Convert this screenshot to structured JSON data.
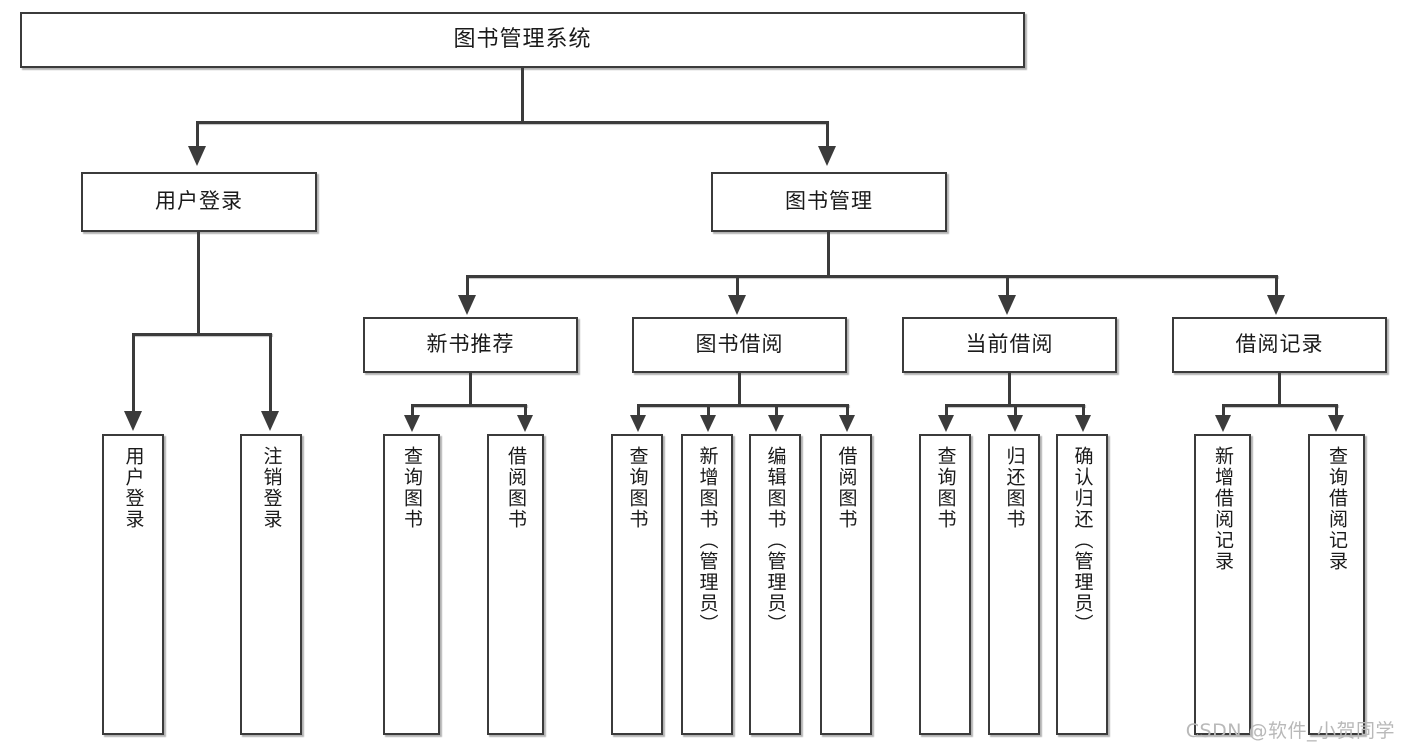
{
  "diagram": {
    "title_node": {
      "label": "图书管理系统"
    },
    "level1": [
      {
        "id": "user-login",
        "label": "用户登录"
      },
      {
        "id": "book-management",
        "label": "图书管理"
      }
    ],
    "level2": [
      {
        "id": "new-book-recommend",
        "label": "新书推荐"
      },
      {
        "id": "book-borrow",
        "label": "图书借阅"
      },
      {
        "id": "current-borrow",
        "label": "当前借阅"
      },
      {
        "id": "borrow-record",
        "label": "借阅记录"
      }
    ],
    "leaves": {
      "user_login": [
        {
          "id": "leaf-user-login",
          "label": "用户登录"
        },
        {
          "id": "leaf-logout-login",
          "label": "注销登录"
        }
      ],
      "new_book_recommend": [
        {
          "id": "leaf-query-book-1",
          "label": "查询图书"
        },
        {
          "id": "leaf-borrow-book-1",
          "label": "借阅图书"
        }
      ],
      "book_borrow": [
        {
          "id": "leaf-query-book-2",
          "label": "查询图书"
        },
        {
          "id": "leaf-add-book-admin",
          "label": "新增图书（管理员）"
        },
        {
          "id": "leaf-edit-book-admin",
          "label": "编辑图书（管理员）"
        },
        {
          "id": "leaf-borrow-book-2",
          "label": "借阅图书"
        }
      ],
      "current_borrow": [
        {
          "id": "leaf-query-book-3",
          "label": "查询图书"
        },
        {
          "id": "leaf-return-book",
          "label": "归还图书"
        },
        {
          "id": "leaf-confirm-return-admin",
          "label": "确认归还（管理员）"
        }
      ],
      "borrow_record": [
        {
          "id": "leaf-add-borrow-record",
          "label": "新增借阅记录"
        },
        {
          "id": "leaf-query-borrow-record",
          "label": "查询借阅记录"
        }
      ]
    },
    "watermark": "CSDN @软件_小贺同学",
    "colors": {
      "stroke": "#3b3b3b",
      "background": "#ffffff",
      "text": "#1a1a1a",
      "watermark": "#b9b9b9"
    }
  }
}
